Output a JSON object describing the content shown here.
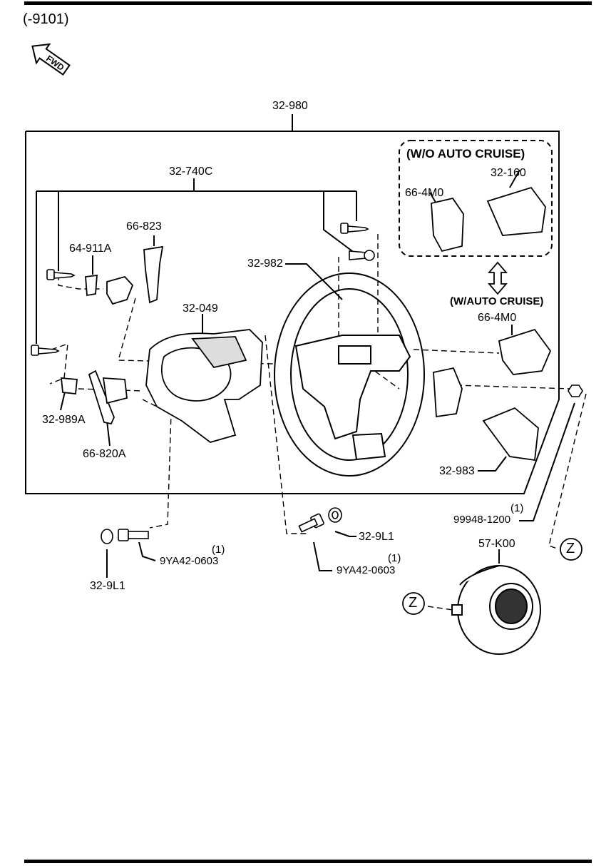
{
  "page": {
    "range_code": "(-9101)",
    "fwd": "FWD"
  },
  "parts": {
    "p32980": "32-980",
    "p32740c": "32-740C",
    "p66823": "66-823",
    "p64911a": "64-911A",
    "p32982": "32-982",
    "p32049": "32-049",
    "p32989a": "32-989A",
    "p66820a": "66-820A",
    "p32160": "32-160",
    "p664m0_a": "66-4M0",
    "p664m0_b": "66-4M0",
    "p32983": "32-983",
    "p99948": "99948-1200",
    "p99948_qty": "(1)",
    "p9ya42_left": "9YA42-0603",
    "p9ya42_left_qty": "(1)",
    "p9ya42_right": "9YA42-0603",
    "p9ya42_right_qty": "(1)",
    "p329l1_left": "32-9L1",
    "p329l1_right": "32-9L1",
    "p57k00": "57-K00",
    "z_ref_1": "Z",
    "z_ref_2": "Z"
  },
  "captions": {
    "wo_auto_cruise": "(W/O AUTO CRUISE)",
    "w_auto_cruise": "(W/AUTO CRUISE)"
  }
}
